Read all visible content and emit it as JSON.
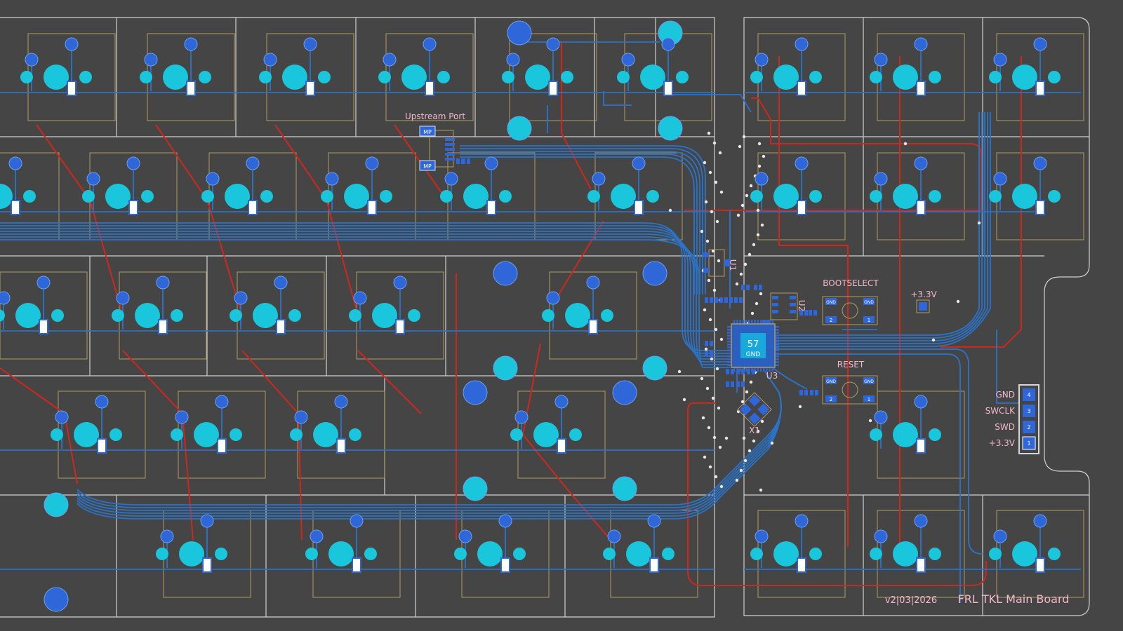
{
  "board": {
    "title": "FRL TKL Main Board",
    "version": "v2|03|2026"
  },
  "labels": {
    "upstream_port": "Upstream Port",
    "bootselect": "BOOTSELECT",
    "reset": "RESET",
    "v33": "+3.3V",
    "u1": "U1",
    "u2": "U2",
    "u3": "U3",
    "x1": "X1",
    "mp": "MP",
    "ic_pin": "57",
    "ic_gnd": "GND",
    "pad_gnd": "GND",
    "pad_1": "1",
    "pad_2": "2"
  },
  "swd_header": {
    "pins": [
      "GND",
      "SWCLK",
      "SWD",
      "+3.3V"
    ],
    "pin_numbers": [
      "4",
      "3",
      "2",
      "1"
    ]
  },
  "colors": {
    "background": "#454545",
    "outline": "#d0d0d0",
    "footprint": "#b09a5e",
    "pad": "#19c6dc",
    "pad_ring": "#2f67d8",
    "trace_back": "#2b73c7",
    "trace_front": "#d0271d",
    "silkscreen": "#f2b9cc"
  }
}
